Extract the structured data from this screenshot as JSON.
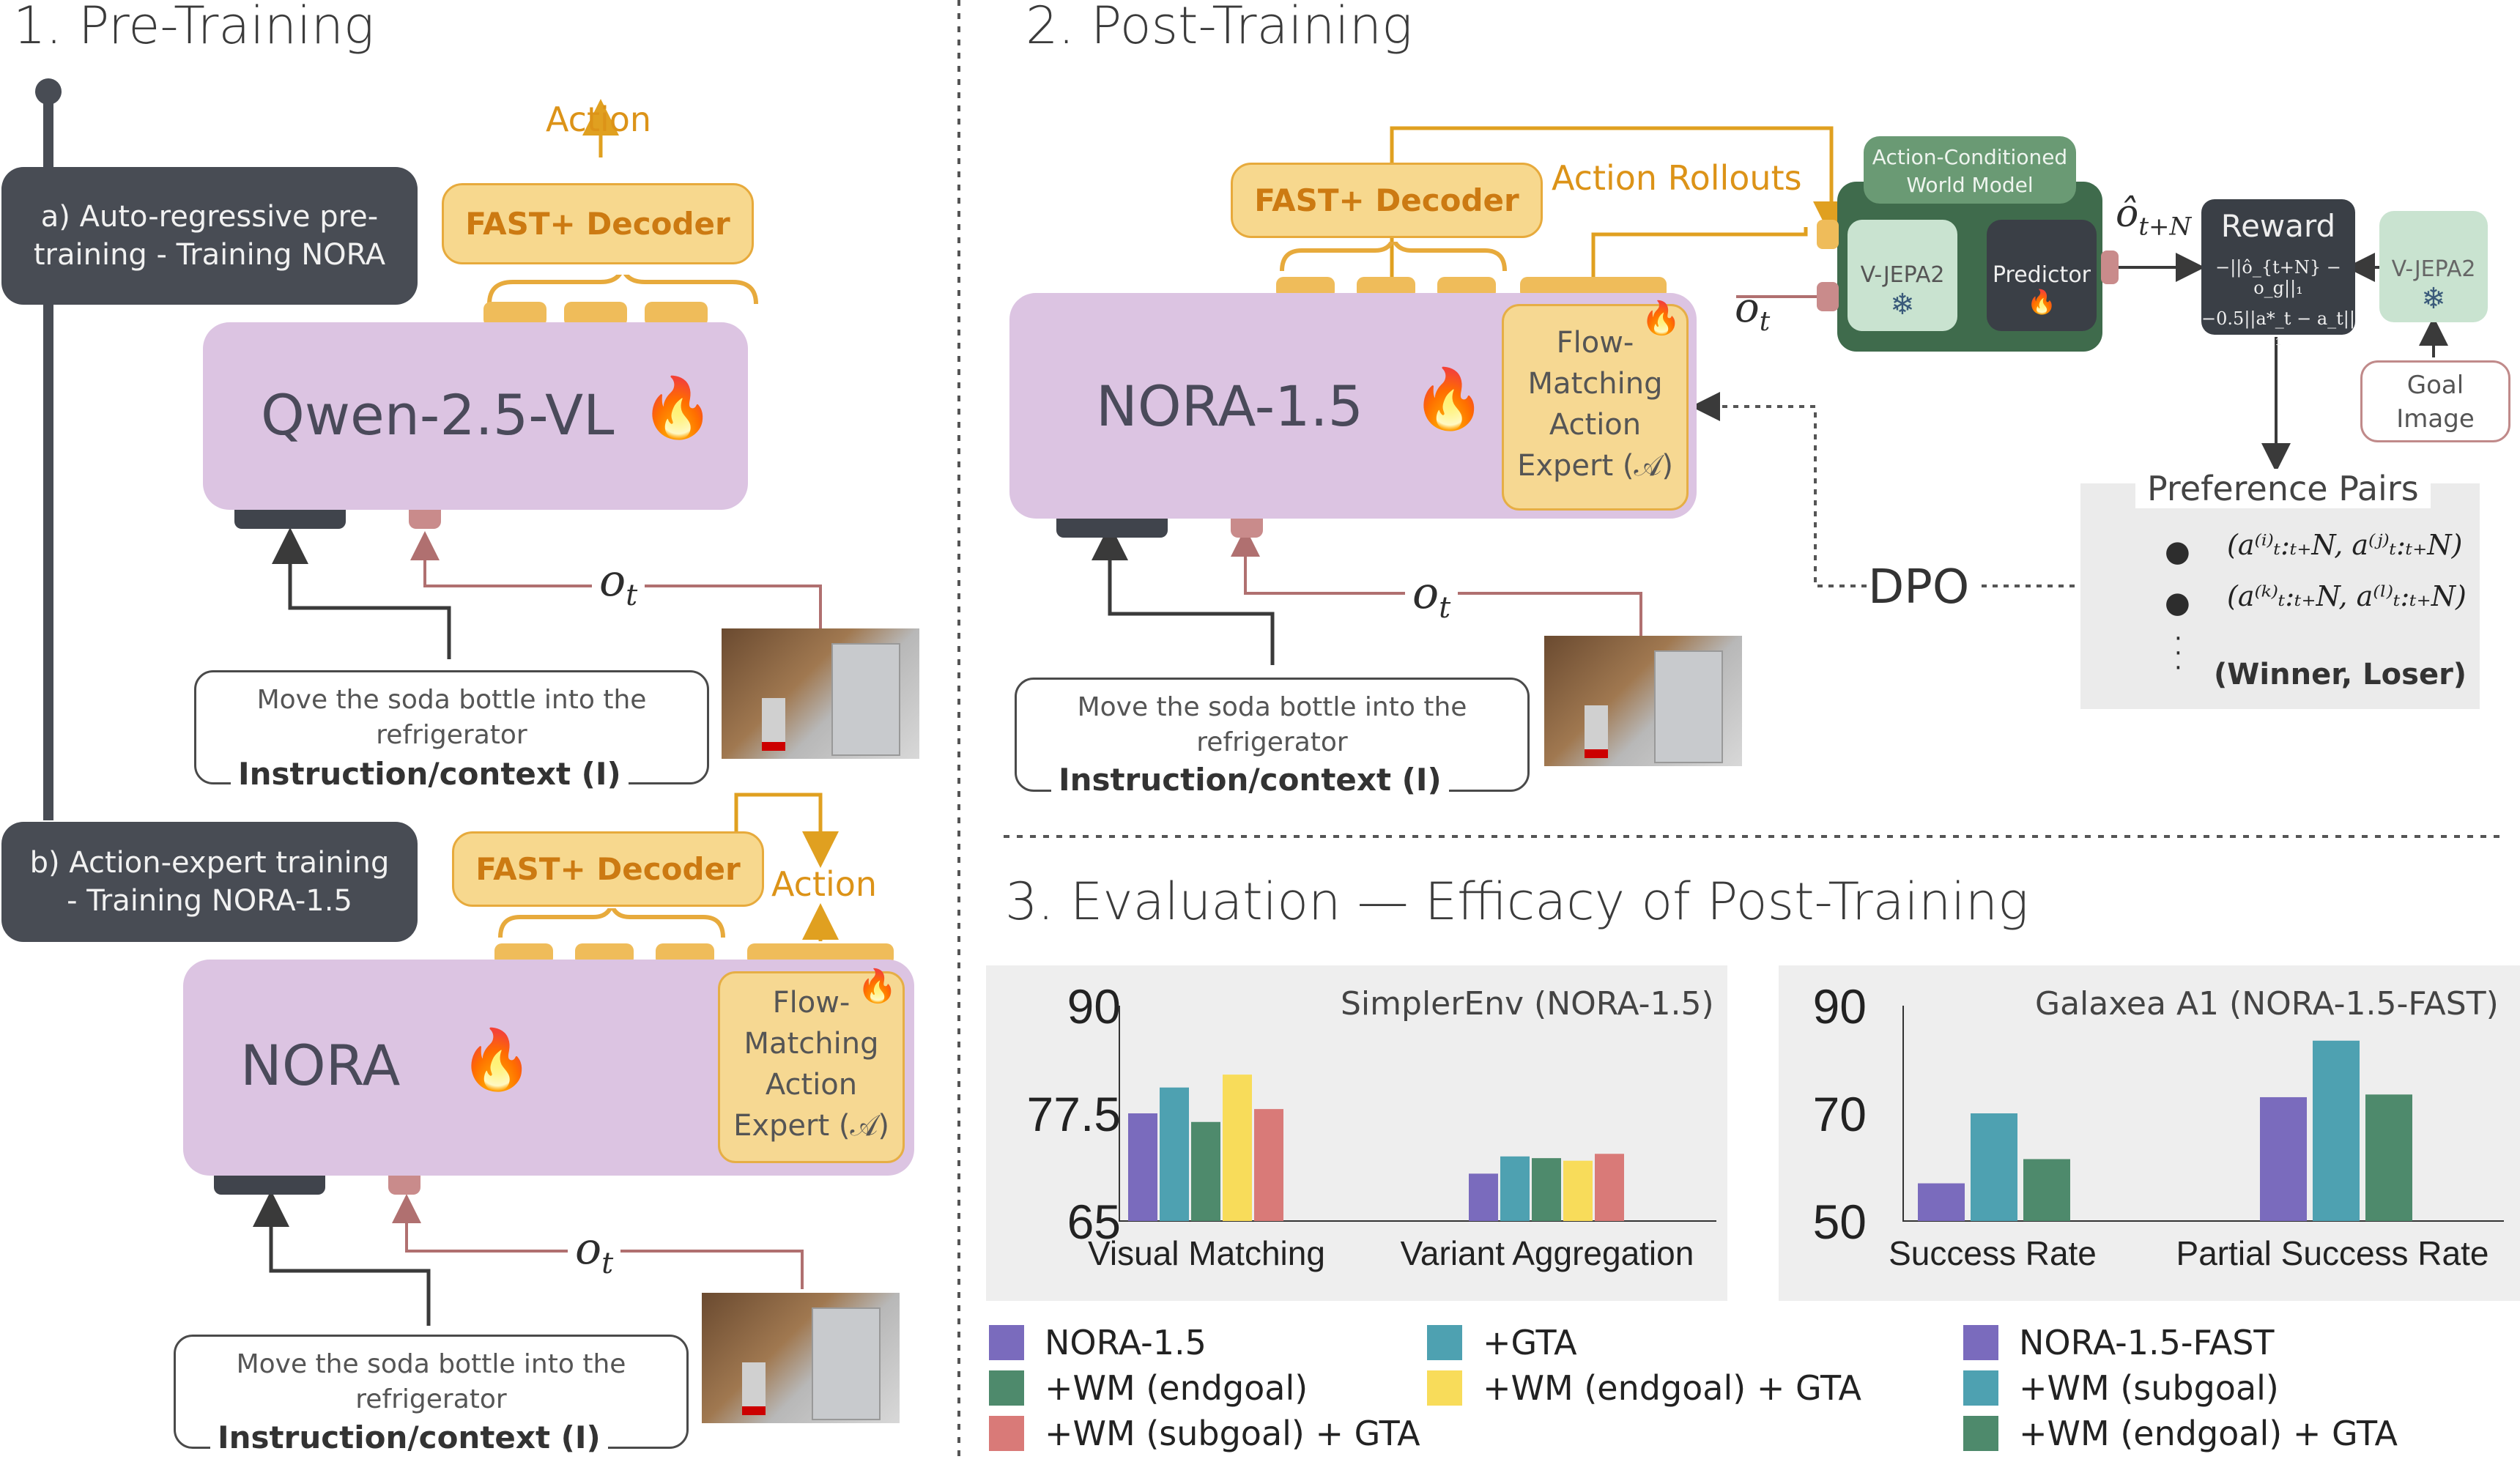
{
  "sections": {
    "pretrain_title": "1. Pre-Training",
    "posttrain_title": "2. Post-Training",
    "eval_title": "3. Evaluation — Efficacy of Post-Training"
  },
  "pretrain": {
    "stage_a": "a) Auto-regressive pre-training - Training NORA",
    "stage_b": "b) Action-expert training - Training NORA-1.5",
    "model_a": "Qwen-2.5-VL",
    "model_b": "NORA",
    "decoder": "FAST+ Decoder",
    "action": "Action",
    "expert_lines": [
      "Flow-",
      "Matching",
      "Action",
      "Expert (𝒜)"
    ],
    "obs": "o",
    "obs_sub": "t",
    "instruction_text": "Move the soda bottle into the refrigerator",
    "instruction_label": "Instruction/context (I)"
  },
  "posttrain": {
    "model": "NORA-1.5",
    "decoder": "FAST+ Decoder",
    "action_rollouts": "Action Rollouts",
    "expert_lines": [
      "Flow-",
      "Matching",
      "Action",
      "Expert (𝒜)"
    ],
    "world_model_title": "Action-Conditioned World Model",
    "vjepa": "V-JEPA2",
    "predictor": "Predictor",
    "ohat": "ô",
    "ohat_sub": "t+N",
    "reward_title": "Reward",
    "reward_line1": "−||ô_{t+N} − o_g||₁",
    "reward_line2": "−0.5||a*_t − a_t||₁",
    "goal_image": "Goal Image",
    "dpo": "DPO",
    "pref_title": "Preference Pairs",
    "pref_pair1": "(a⁽ⁱ⁾ₜ:ₜ₊N, a⁽ʲ⁾ₜ:ₜ₊N)",
    "pref_pair2": "(a⁽ᵏ⁾ₜ:ₜ₊N, a⁽ˡ⁾ₜ:ₜ₊N)",
    "pref_legend": "(Winner, Loser)",
    "obs": "o",
    "obs_sub": "t",
    "instruction_text": "Move the soda bottle into the refrigerator",
    "instruction_label": "Instruction/context (I)"
  },
  "colors": {
    "nora": "#7a6bbd",
    "gta": "#4ea1b1",
    "wm_endgoal": "#4e8a6c",
    "wm_endgoal_gta": "#f8dc5a",
    "wm_subgoal_gta": "#d97a78",
    "fast": "#7a6bbd",
    "fast_subgoal": "#4ea1b1",
    "fast_endgoal_gta": "#4e8a6c"
  },
  "chart_data": [
    {
      "type": "bar",
      "title": "SimplerEnv (NORA-1.5)",
      "categories": [
        "Visual Matching",
        "Variant Aggregation"
      ],
      "ylim": [
        65,
        90
      ],
      "yticks": [
        65,
        77.5,
        90
      ],
      "series": [
        {
          "name": "NORA-1.5",
          "values": [
            77.5,
            70.5
          ]
        },
        {
          "name": "+GTA",
          "values": [
            80.5,
            72.5
          ]
        },
        {
          "name": "+WM (endgoal)",
          "values": [
            76.5,
            72.3
          ]
        },
        {
          "name": "+WM (endgoal) + GTA",
          "values": [
            82.0,
            72.0
          ]
        },
        {
          "name": "+WM (subgoal) + GTA",
          "values": [
            78.0,
            72.8
          ]
        }
      ]
    },
    {
      "type": "bar",
      "title": "Galaxea A1 (NORA-1.5-FAST)",
      "categories": [
        "Success Rate",
        "Partial Success Rate"
      ],
      "ylim": [
        50,
        90
      ],
      "yticks": [
        50,
        70,
        90
      ],
      "series": [
        {
          "name": "NORA-1.5-FAST",
          "values": [
            57,
            73
          ]
        },
        {
          "name": "+WM (subgoal)",
          "values": [
            70,
            83.5
          ]
        },
        {
          "name": "+WM (endgoal) + GTA",
          "values": [
            61.5,
            73.5
          ]
        }
      ]
    }
  ],
  "legend": {
    "col1": [
      "NORA-1.5",
      "+WM (endgoal)",
      "+WM (subgoal) + GTA"
    ],
    "col2": [
      "+GTA",
      "+WM (endgoal) + GTA"
    ],
    "col3": [
      "NORA-1.5-FAST",
      "+WM (subgoal)",
      "+WM (endgoal) + GTA"
    ]
  }
}
